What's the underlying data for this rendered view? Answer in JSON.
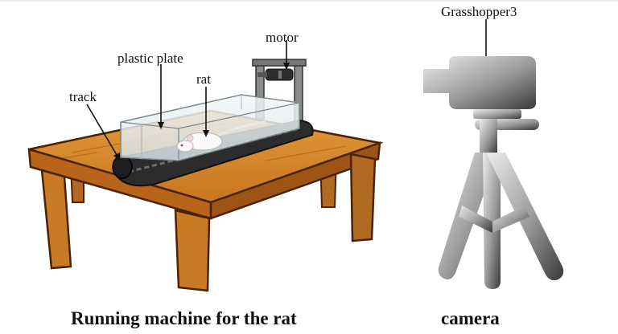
{
  "labels": {
    "motor": "motor",
    "plastic_plate": "plastic plate",
    "rat": "rat",
    "track": "track",
    "camera_model": "Grasshopper3"
  },
  "captions": {
    "left": "Running machine for the rat",
    "right": "camera"
  },
  "colors": {
    "table_top": "#D88A2E",
    "table_front": "#B8651B",
    "table_leg": "#C97A25",
    "outline": "#4A2208",
    "belt": "#2C2C2C",
    "plate": "#E8EEF0",
    "camera_light": "#EDEDED",
    "camera_dark": "#3A3A3A"
  },
  "icons": {
    "camera": "camera-on-tripod-icon",
    "rat": "white-rat-icon",
    "motor": "motor-icon"
  }
}
